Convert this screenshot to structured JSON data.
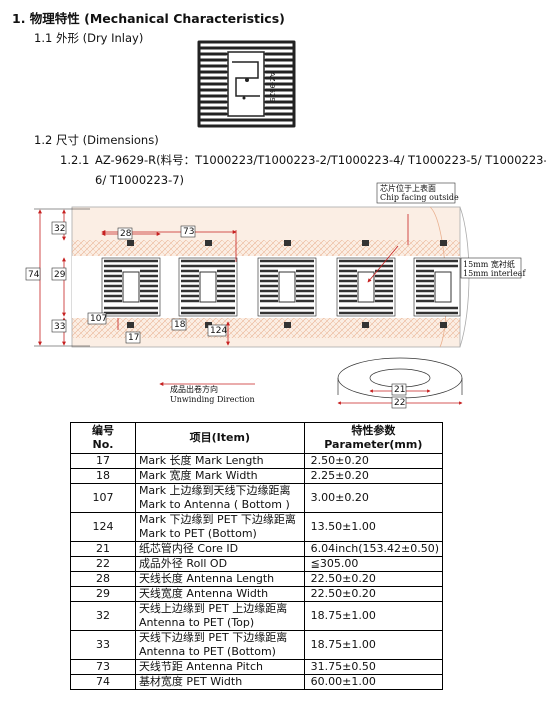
{
  "section": {
    "title": "1.  物理特性  (Mechanical Characteristics)",
    "shape_heading": "1.1  外形  (Dry Inlay)",
    "dimensions_heading": "1.2  尺寸  (Dimensions)",
    "model_number": "1.2.1",
    "model_text_line1": "AZ-9629-R(料号：T1000223/T1000223-2/T1000223-4/ T1000223-5/ T1000223-",
    "model_text_line2": "6/ T1000223-7)"
  },
  "inlay_image": {
    "chip_text": "AZ-9629"
  },
  "drawing": {
    "chip_note_cn": "芯片位于上表面",
    "chip_note_en": "Chip facing outside",
    "liner_note_cn": "15mm 宽衬纸",
    "liner_note_en": "15mm interleaf",
    "unwind_cn": "成品出卷方向",
    "unwind_en": "Unwinding Direction",
    "labels": {
      "d28": "28",
      "d73": "73",
      "d32": "32",
      "d29": "29",
      "d33": "33",
      "d74": "74",
      "d107": "107",
      "d17": "17",
      "d18": "18",
      "d124": "124",
      "d21": "21",
      "d22": "22"
    }
  },
  "table": {
    "header_no": [
      "编号",
      "No."
    ],
    "header_item": "项目(Item)",
    "header_param": [
      "特性参数",
      "Parameter(mm)"
    ],
    "rows": [
      {
        "no": "17",
        "item": [
          "Mark 长度 Mark Length"
        ],
        "value": "2.50±0.20"
      },
      {
        "no": "18",
        "item": [
          "Mark 宽度 Mark Width"
        ],
        "value": "2.25±0.20"
      },
      {
        "no": "107",
        "item": [
          "Mark 上边缘到天线下边缘距离",
          "Mark to Antenna ( Bottom )"
        ],
        "value": "3.00±0.20"
      },
      {
        "no": "124",
        "item": [
          "Mark 下边缘到 PET 下边缘距离",
          "Mark to PET (Bottom)"
        ],
        "value": "13.50±1.00"
      },
      {
        "no": "21",
        "item": [
          "纸芯管内径 Core ID"
        ],
        "value": "6.04inch(153.42±0.50)"
      },
      {
        "no": "22",
        "item": [
          "成品外径 Roll OD"
        ],
        "value": "≦305.00"
      },
      {
        "no": "28",
        "item": [
          "天线长度    Antenna Length"
        ],
        "value": "22.50±0.20"
      },
      {
        "no": "29",
        "item": [
          "天线宽度    Antenna Width"
        ],
        "value": "22.50±0.20"
      },
      {
        "no": "32",
        "item": [
          "天线上边缘到 PET 上边缘距离",
          "Antenna to PET (Top)"
        ],
        "value": "18.75±1.00"
      },
      {
        "no": "33",
        "item": [
          "天线下边缘到 PET 下边缘距离",
          "Antenna to PET (Bottom)"
        ],
        "value": "18.75±1.00"
      },
      {
        "no": "73",
        "item": [
          "天线节距  Antenna Pitch"
        ],
        "value": "31.75±0.50"
      },
      {
        "no": "74",
        "item": [
          "基材宽度 PET Width"
        ],
        "value": "60.00±1.00"
      }
    ]
  }
}
